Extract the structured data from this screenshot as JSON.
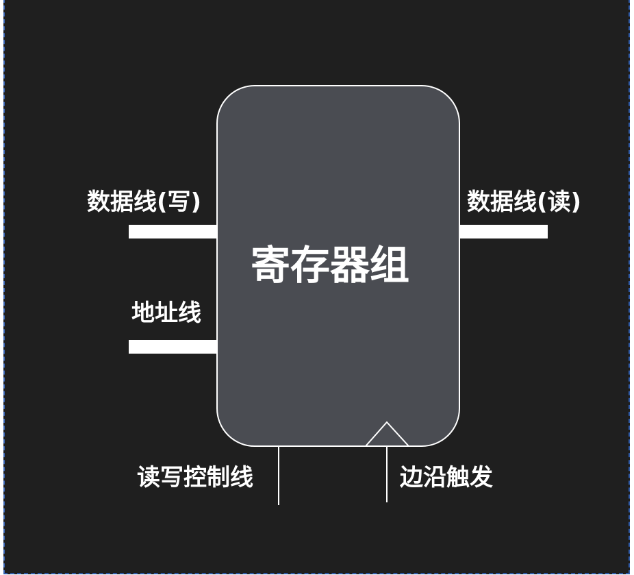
{
  "diagram": {
    "title": "寄存器组",
    "colors": {
      "background": "#1f1f1f",
      "box_fill": "#4a4c52",
      "stroke": "#ffffff",
      "frame_dash": "#2f5aa8"
    },
    "inputs": [
      {
        "id": "data-write",
        "label": "数据线(写)"
      },
      {
        "id": "address",
        "label": "地址线"
      }
    ],
    "outputs": [
      {
        "id": "data-read",
        "label": "数据线(读)"
      }
    ],
    "controls": [
      {
        "id": "rw-control",
        "label": "读写控制线"
      },
      {
        "id": "edge-trigger",
        "label": "边沿触发",
        "symbol": "clock-triangle"
      }
    ]
  }
}
